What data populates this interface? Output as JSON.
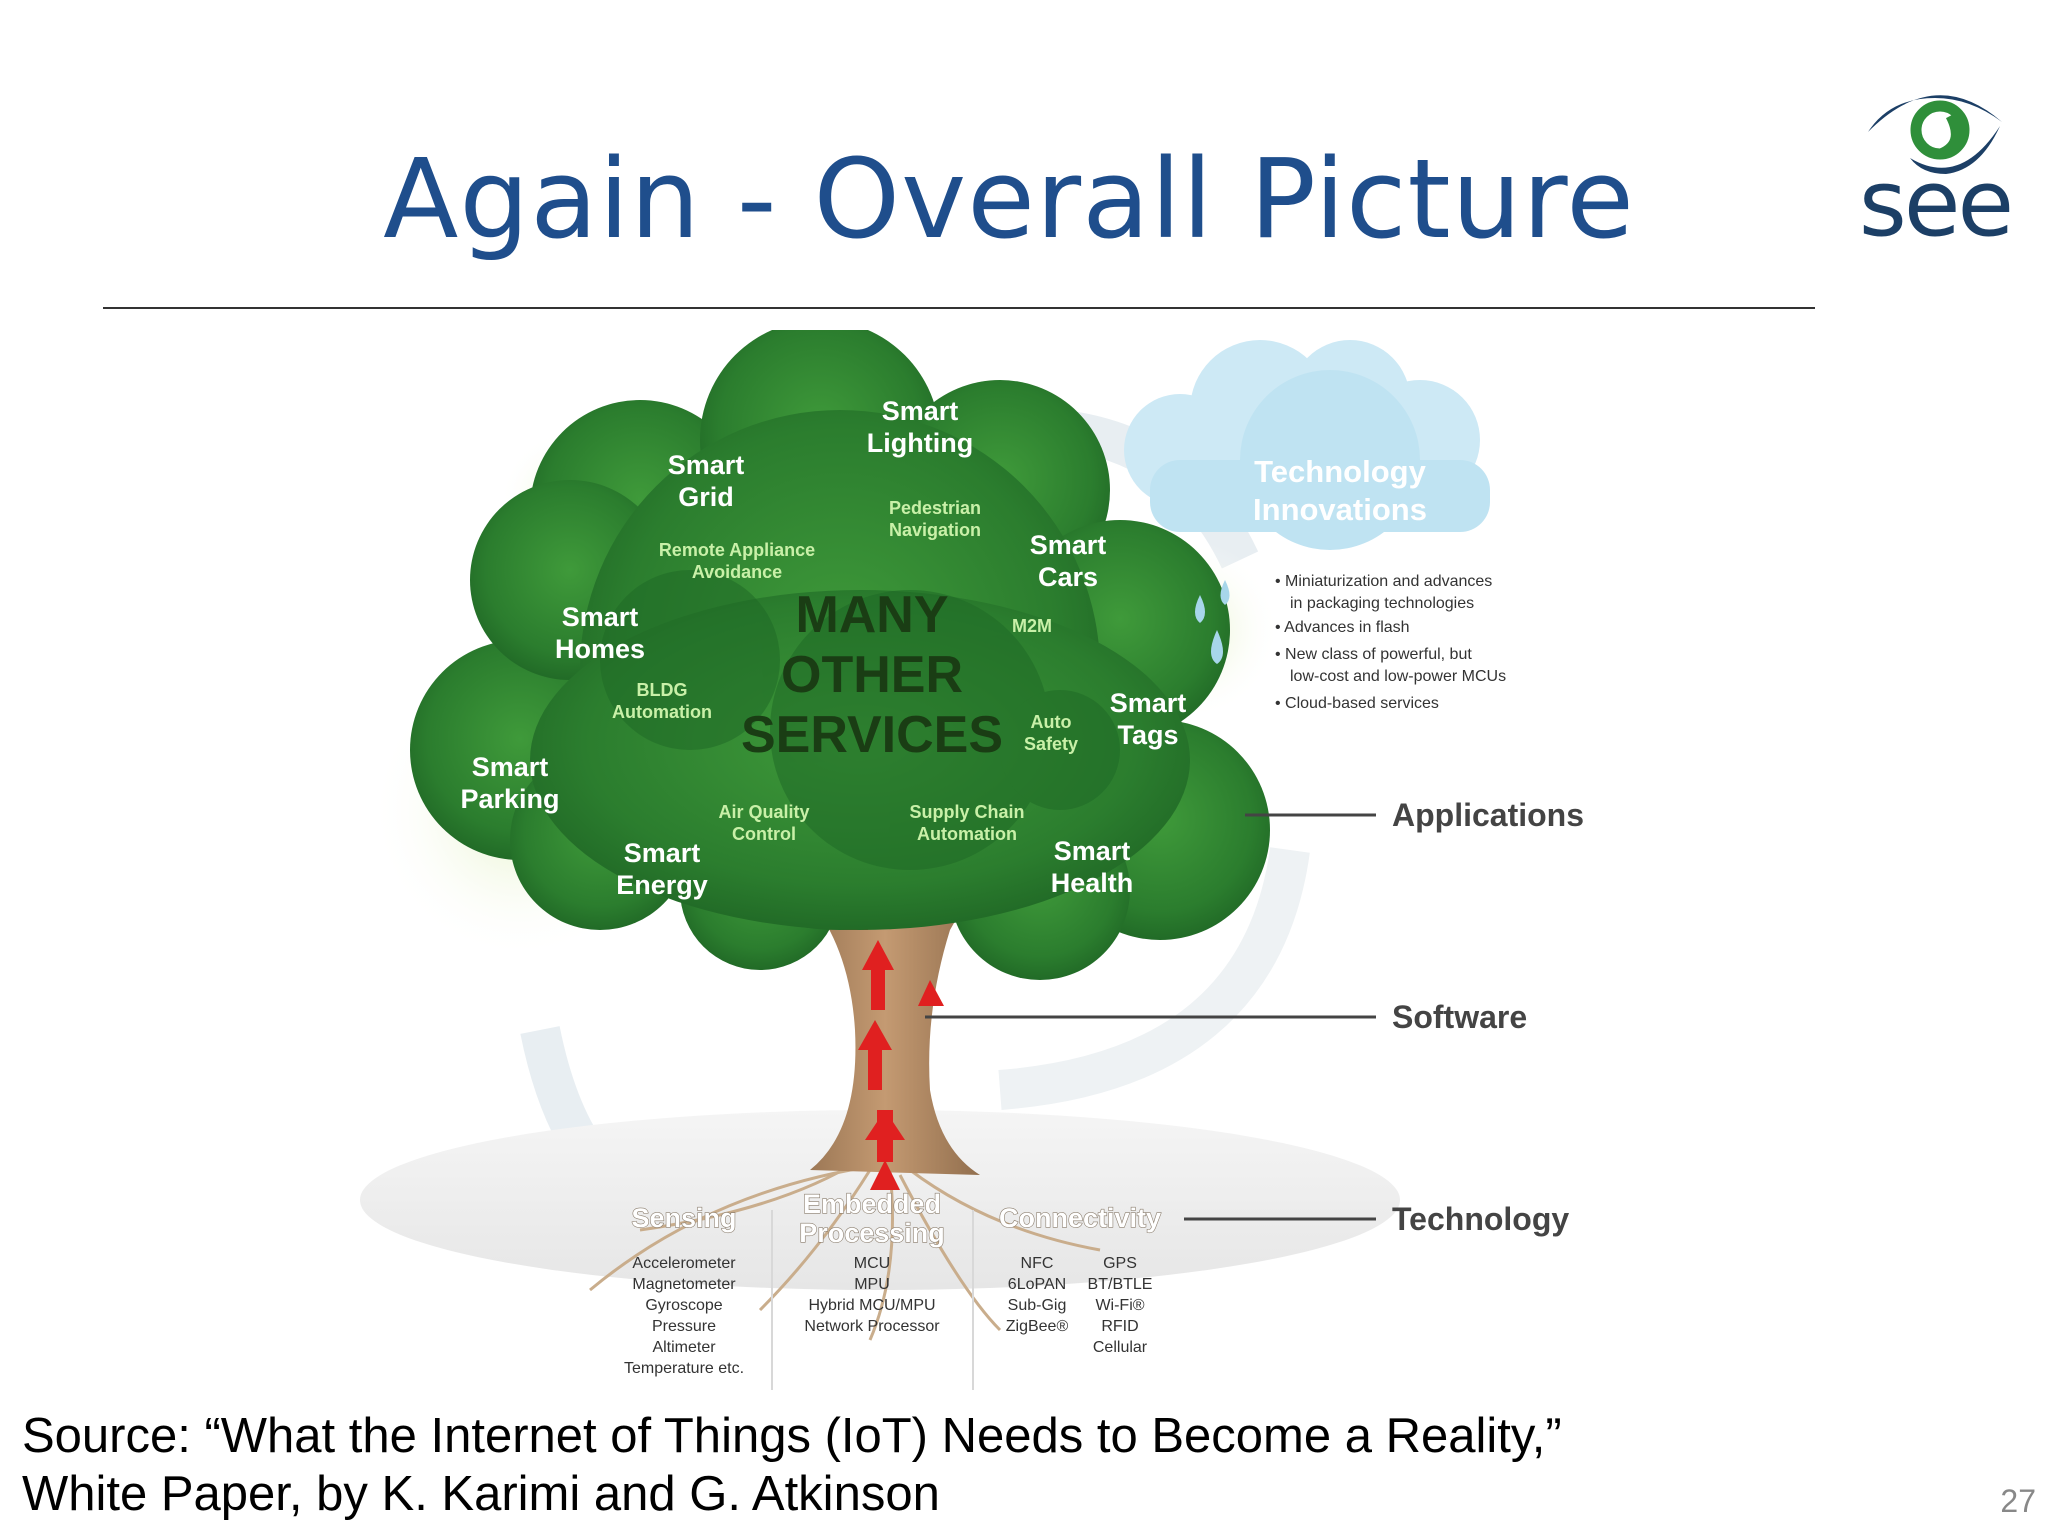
{
  "title": "Again - Overall Picture",
  "logo": {
    "word": "see",
    "icon": "eye-logo-icon"
  },
  "diagram": {
    "cloud": {
      "title_line1": "Technology",
      "title_line2": "Innovations",
      "bullets": [
        "Miniaturization and advances",
        "in packaging technologies",
        "Advances in flash",
        "New class of powerful, but",
        "low-cost and low-power MCUs",
        "Cloud-based services"
      ]
    },
    "layers": {
      "applications": "Applications",
      "software": "Software",
      "technology": "Technology"
    },
    "center": {
      "line1": "MANY",
      "line2": "OTHER",
      "line3": "SERVICES"
    },
    "smart": {
      "lighting_1": "Smart",
      "lighting_2": "Lighting",
      "grid_1": "Smart",
      "grid_2": "Grid",
      "cars_1": "Smart",
      "cars_2": "Cars",
      "homes_1": "Smart",
      "homes_2": "Homes",
      "tags_1": "Smart",
      "tags_2": "Tags",
      "parking_1": "Smart",
      "parking_2": "Parking",
      "energy_1": "Smart",
      "energy_2": "Energy",
      "health_1": "Smart",
      "health_2": "Health"
    },
    "services": {
      "pedestrian_1": "Pedestrian",
      "pedestrian_2": "Navigation",
      "remote_1": "Remote Appliance",
      "remote_2": "Avoidance",
      "m2m": "M2M",
      "bldg_1": "BLDG",
      "bldg_2": "Automation",
      "auto_1": "Auto",
      "auto_2": "Safety",
      "air_1": "Air Quality",
      "air_2": "Control",
      "supply_1": "Supply Chain",
      "supply_2": "Automation"
    },
    "roots": {
      "sensing": {
        "title": "Sensing",
        "items": [
          "Accelerometer",
          "Magnetometer",
          "Gyroscope",
          "Pressure",
          "Altimeter",
          "Temperature etc."
        ]
      },
      "embedded": {
        "title_1": "Embedded",
        "title_2": "Processing",
        "items": [
          "MCU",
          "MPU",
          "Hybrid MCU/MPU",
          "Network Processor"
        ]
      },
      "connectivity": {
        "title": "Connectivity",
        "col1": [
          "NFC",
          "6LoPAN",
          "Sub-Gig",
          "ZigBee®"
        ],
        "col2": [
          "GPS",
          "BT/BTLE",
          "Wi-Fi®",
          "RFID",
          "Cellular"
        ]
      }
    }
  },
  "source_line1": "Source: “What the Internet of Things (IoT) Needs to Become a Reality,”",
  "source_line2": "White Paper, by K. Karimi and G. Atkinson",
  "page_number": "27",
  "colors": {
    "title": "#1f4e8c",
    "foliage": "#2e7d32",
    "trunk": "#a07a55",
    "arrow": "#e02020",
    "cloud": "#bfe3f2"
  }
}
